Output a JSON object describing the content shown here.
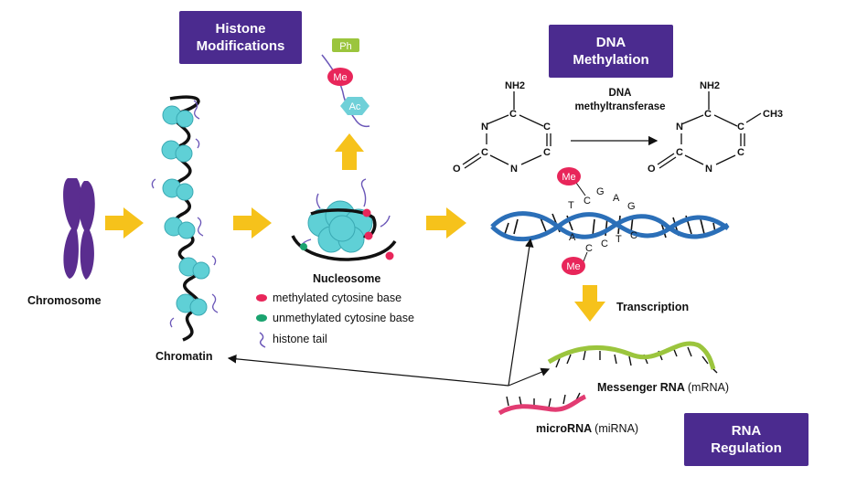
{
  "titles": {
    "histone": "Histone Modifications",
    "dna": "DNA Methylation",
    "rna": "RNA Regulation"
  },
  "labels": {
    "chromosome": "Chromosome",
    "chromatin": "Chromatin",
    "nucleosome": "Nucleosome",
    "enzyme": "DNA methyltransferase",
    "transcription": "Transcription",
    "mrna_main": "Messenger RNA",
    "mrna_abbr": "(mRNA)",
    "mirna_main": "microRNA",
    "mirna_abbr": "(miRNA)"
  },
  "legend": [
    {
      "label": "methylated cytosine base",
      "color": "#e8265a"
    },
    {
      "label": "unmethylated cytosine base",
      "color": "#1aa36f"
    },
    {
      "label": "histone tail",
      "color": "#6b57b8"
    }
  ],
  "tags": {
    "ph": "Ph",
    "me": "Me",
    "ac": "Ac"
  },
  "chem": {
    "nh2": "NH2",
    "ch3": "CH3",
    "c": "C",
    "n": "N",
    "o": "O"
  },
  "bases_top": [
    "T",
    "C",
    "G",
    "A",
    "G"
  ],
  "bases_bottom": [
    "A",
    "C",
    "C",
    "T",
    "C"
  ],
  "colors": {
    "title_bg": "#4b2b8f",
    "arrow": "#f6c21b",
    "chromosome": "#5a2d8f",
    "histone": "#5fd0d6",
    "dna": "#2b6fb8",
    "mrna": "#9bc53d",
    "mirna": "#e23c72",
    "tag_ph": "#9bc53d",
    "tag_me": "#e8265a",
    "tag_ac": "#6fd0d8"
  }
}
